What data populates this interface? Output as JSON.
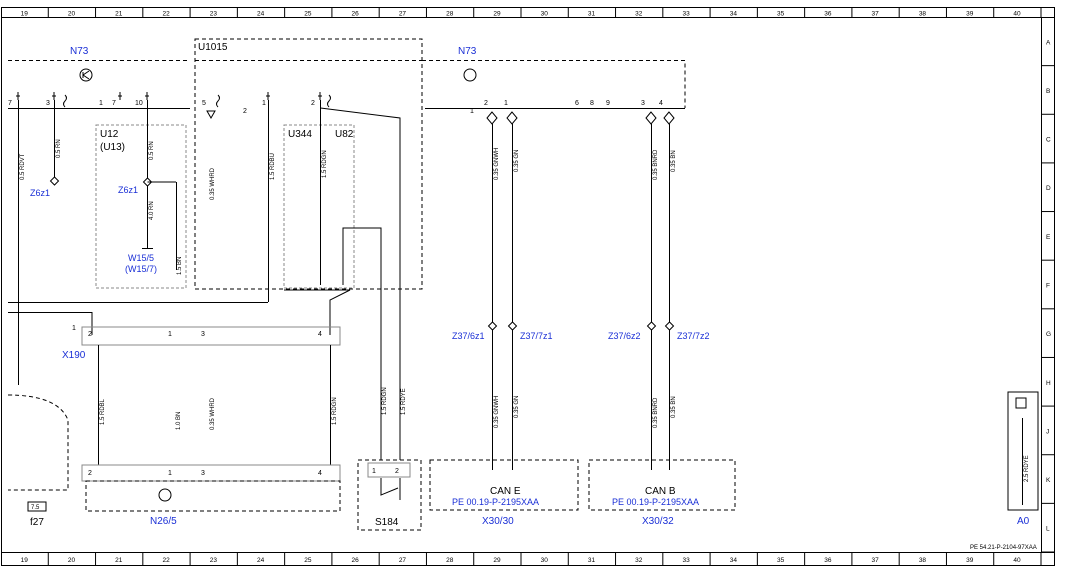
{
  "grid": {
    "columns": [
      "19",
      "20",
      "21",
      "22",
      "23",
      "24",
      "25",
      "26",
      "27",
      "28",
      "29",
      "30",
      "31",
      "32",
      "33",
      "34",
      "35",
      "36",
      "37",
      "38",
      "39",
      "40"
    ],
    "rows": [
      "A",
      "B",
      "C",
      "D",
      "E",
      "F",
      "G",
      "H",
      "J",
      "K",
      "L"
    ]
  },
  "components": {
    "n73_left": "N73",
    "n73_right": "N73",
    "u1015": "U1015",
    "u12": "U12",
    "u13": "(U13)",
    "u344": "U344",
    "u82": "U82",
    "x190": "X190",
    "n26_5": "N26/5",
    "s184": "S184",
    "f27": "f27",
    "fuse_rating": "7.5",
    "x30_30": "X30/30",
    "x30_32": "X30/32",
    "a0": "A0"
  },
  "splices": {
    "z6z1_left": "Z6z1",
    "z6z1_u12": "Z6z1",
    "w15_5": "W15/5",
    "w15_7": "(W15/7)",
    "z37_6z1": "Z37/6z1",
    "z37_7z1": "Z37/7z1",
    "z37_6z2": "Z37/6z2",
    "z37_7z2": "Z37/7z2"
  },
  "wires": {
    "w_rdvt": "0.5 RDVT",
    "w_rn_a": "0.5 RN",
    "w_rn_b": "0.5 RN",
    "w_4rn": "4.0 RN",
    "w_15bn": "1.5 BN",
    "w_whrd": "0.35 WHRD",
    "w_rdbu": "1.5 RDBU",
    "w_rdgn": "1.5 RDGN",
    "w_gnwh": "0.35 GNWH",
    "w_gn": "0.35 GN",
    "w_bnrd": "0.35 BNRD",
    "w_bn": "0.35 BN",
    "w_rdbl": "1.5 RDBL",
    "w_10bn": "1.0 BN",
    "w_whrd2": "0.35 WHRD",
    "w_rdgn2": "1.5 RDGN",
    "w_rdgn3": "1.5 RDGN",
    "w_rdye": "1.5 RDYE",
    "w_gnwh2": "0.35 GNWH",
    "w_gn2": "0.35 GN",
    "w_bnrd2": "0.35 BNRD",
    "w_bn2": "0.35 BN",
    "w_legend": "2.5 RDYE"
  },
  "can": {
    "can_e": "CAN E",
    "can_b": "CAN B",
    "ref_e": "PE 00.19-P-2195XAA",
    "ref_b": "PE 00.19-P-2195XAA"
  },
  "pins": {
    "p7": "7",
    "p3": "3",
    "p1a": "1",
    "p7b": "7",
    "p10": "10",
    "p5": "5",
    "p2a": "2",
    "p1b": "1",
    "p2b": "2",
    "p1c": "1",
    "p2c": "2",
    "p1d": "1",
    "p6": "6",
    "p8": "8",
    "p9": "9",
    "p3b": "3",
    "p4": "4",
    "x2": "2",
    "x1": "1",
    "x3": "3",
    "x4": "4",
    "x1lead": "1",
    "n2": "2",
    "n1": "1",
    "n3": "3",
    "n4": "4",
    "s1": "1",
    "s2": "2"
  },
  "footer_ref": "PE 54.21-P-2104-97XAA"
}
